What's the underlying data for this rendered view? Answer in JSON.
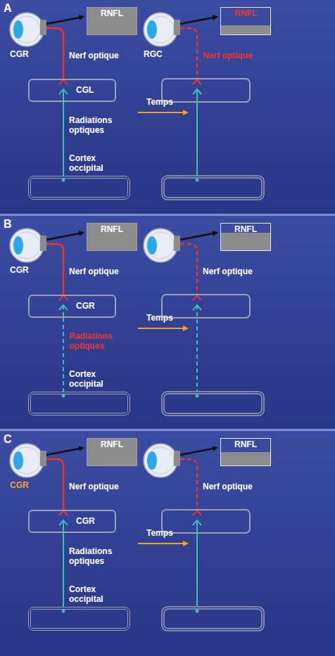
{
  "diagram": {
    "nodes": [
      {
        "text": [
          "RNFL"
        ]
      },
      {
        "text": [
          "RNFL"
        ]
      },
      {
        "text": [
          "CGL"
        ]
      },
      {
        "text": [
          "Cortex occipital"
        ]
      },
      {
        "text": [
          "RNFL"
        ]
      },
      {
        "text": [
          "RNFL"
        ]
      },
      {
        "text": [
          "CGR"
        ]
      },
      {
        "text": [
          "Cortex occipital"
        ]
      },
      {
        "text": [
          "RNFL"
        ]
      },
      {
        "text": [
          "RNFL"
        ]
      },
      {
        "text": [
          "CGR"
        ]
      },
      {
        "text": [
          "Cortex occipital"
        ]
      }
    ],
    "edges": [
      {
        "from": 2,
        "to": 3,
        "label": "Radiations optiques",
        "arrow": "none"
      },
      {
        "from": 6,
        "to": 7,
        "label": "Radiations optiques",
        "arrow": "none"
      },
      {
        "from": 10,
        "to": 11,
        "label": "Radiations optiques",
        "arrow": "none"
      }
    ],
    "labels": [
      "A",
      "CGR",
      "Nerf optique",
      "Temps",
      "RGC",
      "Nerf optique",
      "B",
      "CGR",
      "Nerf optique",
      "Temps",
      "Nerf optique",
      "C",
      "CGR",
      "Nerf optique",
      "Temps",
      "Nerf optique"
    ]
  }
}
